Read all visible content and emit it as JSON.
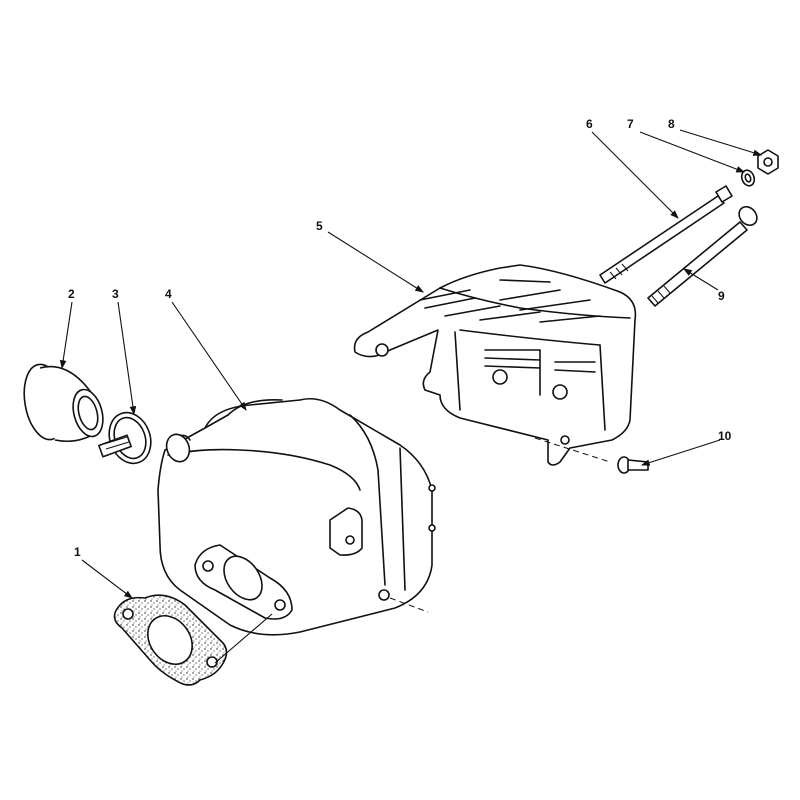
{
  "diagram": {
    "line_color": "#111111",
    "background": "#ffffff",
    "callouts": {
      "c1": "1",
      "c2": "2",
      "c3": "3",
      "c4": "4",
      "c5": "5",
      "c6": "6",
      "c7": "7",
      "c8": "8",
      "c9": "9",
      "c10": "10"
    }
  }
}
